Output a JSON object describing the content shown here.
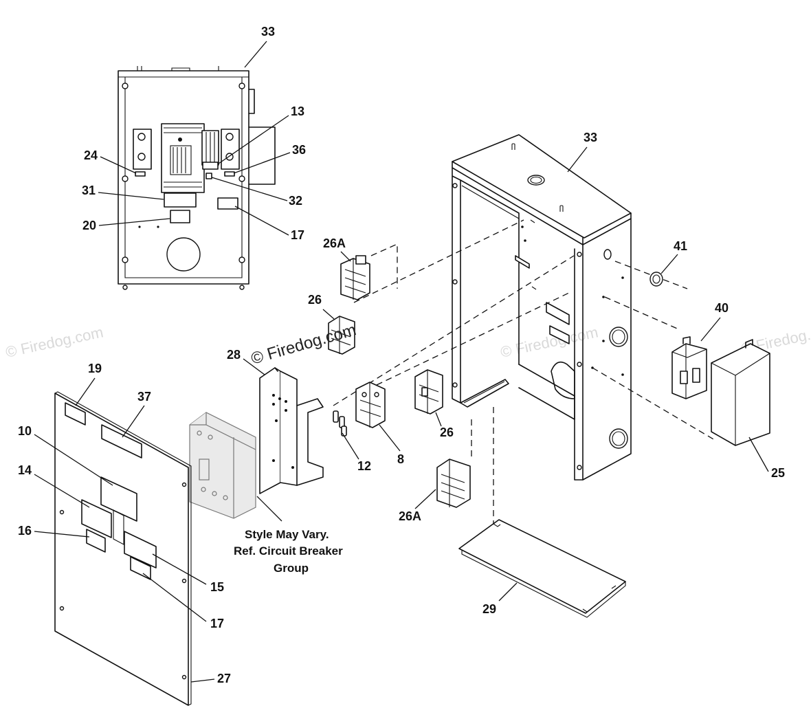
{
  "callouts": {
    "c33_top": "33",
    "c13": "13",
    "c24": "24",
    "c36": "36",
    "c31": "31",
    "c32": "32",
    "c20": "20",
    "c17_top": "17",
    "c33_enclosure": "33",
    "c41": "41",
    "c26A_top": "26A",
    "c26_left": "26",
    "c40": "40",
    "c28": "28",
    "c19": "19",
    "c37": "37",
    "c10": "10",
    "c14": "14",
    "c16": "16",
    "c15": "15",
    "c17_bottom": "17",
    "c27": "27",
    "c12": "12",
    "c8": "8",
    "c26_right": "26",
    "c25": "25",
    "c26A_bottom": "26A",
    "c29": "29"
  },
  "note": {
    "line1": "Style May Vary.",
    "line2": "Ref. Circuit Breaker",
    "line3": "Group"
  },
  "watermark": "© Firedog.com"
}
